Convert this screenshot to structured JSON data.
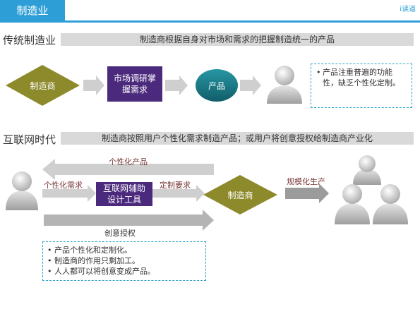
{
  "header": {
    "title": "制造业",
    "brand": "i读道"
  },
  "traditional": {
    "section_title": "传统制造业",
    "banner": "制造商根据自身对市场和需求的把握制造统一的产品",
    "manufacturer": "制造商",
    "research": "市场调研掌握需求",
    "product": "产品",
    "note": "产品注重普遍的功能性，缺乏个性化定制。"
  },
  "internet": {
    "section_title": "互联网时代",
    "banner": "制造商按照用户个性化需求制造产品；或用户将创意授权给制造商产业化",
    "label_personal_product": "个性化产品",
    "label_personal_demand": "个性化需求",
    "tool": "互联网辅助设计工具",
    "label_custom_req": "定制要求",
    "manufacturer": "制造商",
    "label_mass": "规模化生产",
    "label_license": "创意授权",
    "notes": [
      "产品个性化和定制化。",
      "制造商的作用只剩加工。",
      "人人都可以将创意变成产品。"
    ]
  },
  "colors": {
    "accent": "#2e9fd6",
    "diamond": "#8d8a2c",
    "purple": "#4b2a7d",
    "circle": "#1c7a87",
    "arrow": "#c9c9c9",
    "dash": "#2fa3c8"
  }
}
